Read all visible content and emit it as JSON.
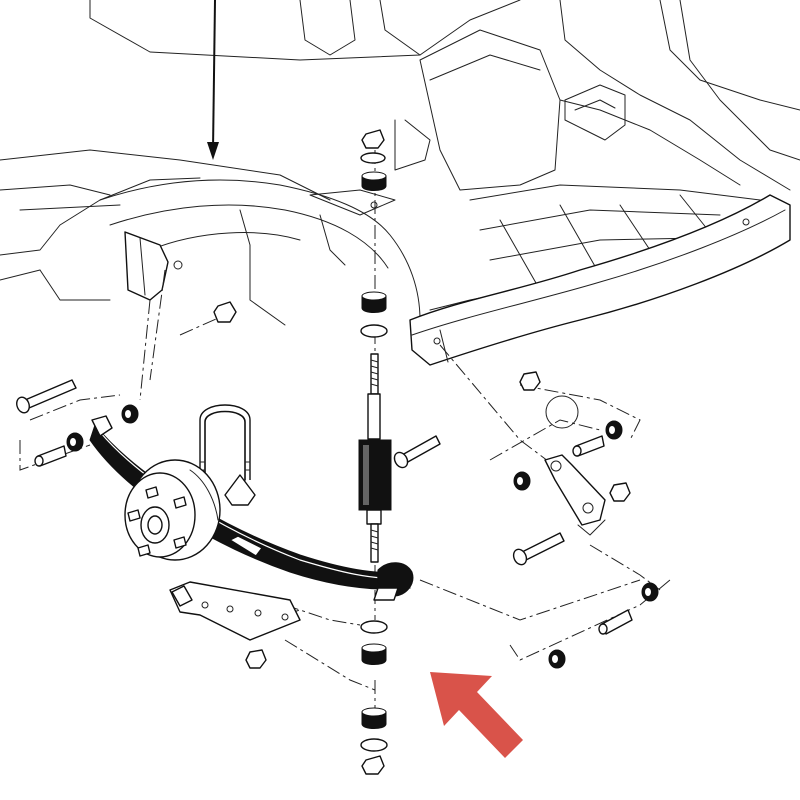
{
  "diagram": {
    "accent_color": "#d9534a",
    "line_color": "#111111",
    "background": "#ffffff",
    "parts": [
      "vehicle-body",
      "rear-bumper",
      "leaf-spring",
      "wheel-hub",
      "u-bolt",
      "shock-absorber",
      "spring-shackle",
      "axle-plate",
      "bolts",
      "bushings",
      "nuts"
    ],
    "callout_arrow": "red-arrow-up-left",
    "pointer_arrow": "down-arrow"
  }
}
